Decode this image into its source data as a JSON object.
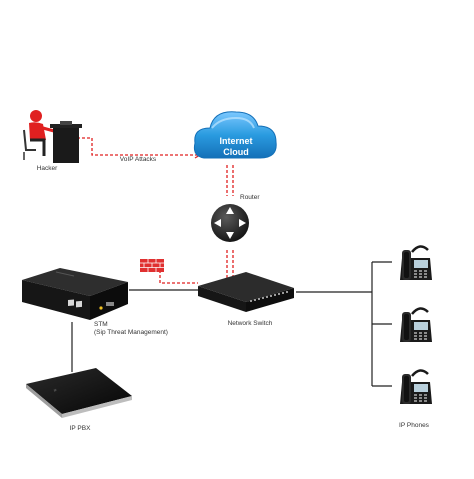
{
  "labels": {
    "hacker": "Hacker",
    "voip_attacks": "VoIP Attacks",
    "internet_cloud_line1": "Internet",
    "internet_cloud_line2": "Cloud",
    "router": "Router",
    "stm_line1": "STM",
    "stm_line2": "(Sip Threat Management)",
    "network_switch": "Network Switch",
    "ip_pbx": "IP PBX",
    "ip_phones": "IP Phones"
  },
  "colors": {
    "attack_line": "#e02020",
    "network_line": "#222222",
    "cloud_fill": "#2a9be0",
    "cloud_highlight": "#8fd2ff",
    "firewall": "#e03030",
    "device_dark": "#1c1c1c",
    "hacker_red": "#e02020"
  },
  "icons": [
    "hacker-icon",
    "cloud-icon",
    "router-icon",
    "firewall-icon",
    "stm-appliance-icon",
    "network-switch-icon",
    "ip-pbx-icon",
    "ip-phone-icon"
  ]
}
